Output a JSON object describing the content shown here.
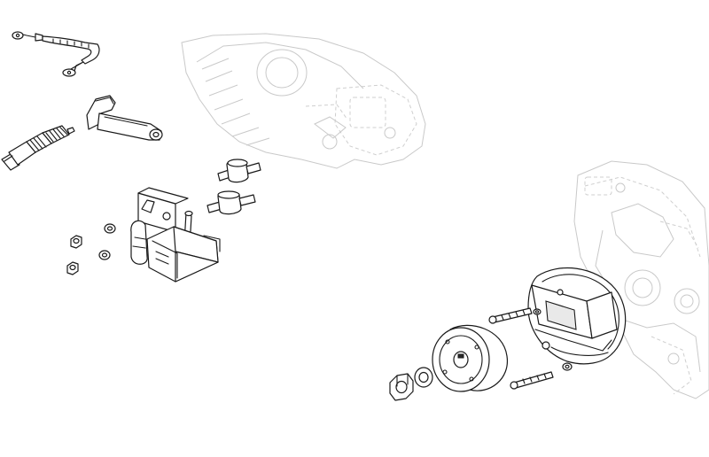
{
  "diagram": {
    "kind": "exploded-parts-view",
    "ink_color": "#1a1a1a",
    "ghost_color": "#c9c9c9",
    "background": "#ffffff",
    "parts": [
      {
        "id": "ground-cable",
        "icon": "cable-with-ring-terminals-icon"
      },
      {
        "id": "spark-plug",
        "icon": "spark-plug-icon"
      },
      {
        "id": "spark-plug-cap",
        "icon": "spark-plug-cap-icon"
      },
      {
        "id": "rubber-mount-upper",
        "icon": "rubber-mount-icon"
      },
      {
        "id": "rubber-mount-lower",
        "icon": "rubber-mount-icon"
      },
      {
        "id": "ignition-coil",
        "icon": "ignition-coil-icon"
      },
      {
        "id": "hex-nut",
        "icon": "nut-icon"
      },
      {
        "id": "washer",
        "icon": "washer-icon"
      },
      {
        "id": "flywheel-rotor",
        "icon": "flywheel-icon"
      },
      {
        "id": "stator-plate",
        "icon": "stator-icon"
      },
      {
        "id": "mounting-screw",
        "icon": "screw-icon"
      },
      {
        "id": "flywheel-nut",
        "icon": "nut-icon"
      },
      {
        "id": "engine-case-upper",
        "icon": "engine-case-ghost-icon"
      },
      {
        "id": "engine-case-lower",
        "icon": "engine-case-ghost-icon"
      }
    ]
  }
}
